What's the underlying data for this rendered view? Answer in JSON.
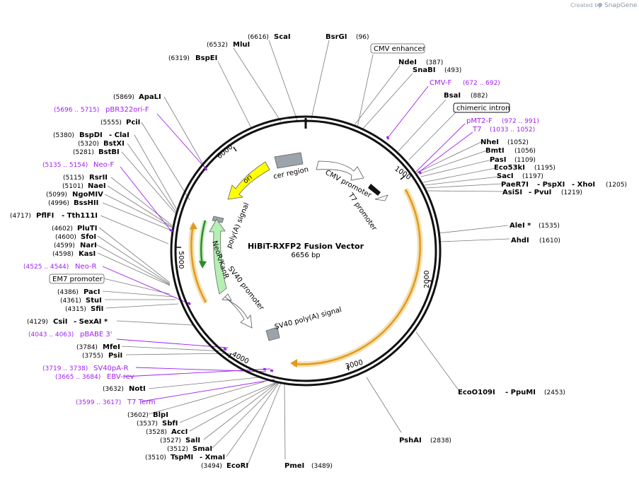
{
  "header": {
    "credit_prefix": "Created by",
    "credit_brand": "SnapGene"
  },
  "map": {
    "name": "HiBiT-RXFP2 Fusion Vector",
    "length_label": "6656 bp",
    "total_bp": 6656,
    "ticks": [
      "1000",
      "2000",
      "3000",
      "4000",
      "5000",
      "6000"
    ],
    "colors": {
      "cds": "#f5a623",
      "ori": "#ffff00",
      "neo": "#b4f0b4",
      "primer": "#a020f0",
      "grey": "#9ca3ab"
    }
  },
  "features": {
    "cer_region": "cer region",
    "cmv_promoter": "CMV promoter",
    "t7_promoter": "T7 promoter",
    "ori": "ori",
    "polya": "poly(A) signal",
    "neokan": "NeoR/KanR",
    "sv40_promoter": "SV40 promoter",
    "sv40_polya": "SV40 poly(A) signal"
  },
  "boxed_labels": {
    "cmv_enhancer": "CMV enhancer",
    "chimeric_intron": "chimeric intron",
    "em7_promoter": "EM7 promoter"
  },
  "enzymes": {
    "scai": {
      "pos": "(6616)",
      "name": "ScaI"
    },
    "bsrgi": {
      "name": "BsrGI",
      "pos": "(96)"
    },
    "mlui": {
      "pos": "(6532)",
      "name": "MluI"
    },
    "bspei": {
      "pos": "(6319)",
      "name": "BspEI"
    },
    "ndei": {
      "name": "NdeI",
      "pos": "(387)"
    },
    "snabi": {
      "name": "SnaBI",
      "pos": "(493)"
    },
    "bsai": {
      "name": "BsaI",
      "pos": "(882)"
    },
    "apali": {
      "pos": "(5869)",
      "name": "ApaLI"
    },
    "pcii": {
      "pos": "(5555)",
      "name": "PciI"
    },
    "bspdi": {
      "pos": "(5380)",
      "name": "BspDI",
      "alt": "- ClaI"
    },
    "bstxi": {
      "pos": "(5320)",
      "name": "BstXI"
    },
    "bstbi": {
      "pos": "(5281)",
      "name": "BstBI"
    },
    "nhei": {
      "name": "NheI",
      "pos": "(1052)"
    },
    "bmti": {
      "name": "BmtI",
      "pos": "(1056)"
    },
    "pasi": {
      "name": "PasI",
      "pos": "(1109)"
    },
    "eco53ki": {
      "name": "Eco53kI",
      "pos": "(1195)"
    },
    "saci": {
      "name": "SacI",
      "pos": "(1197)"
    },
    "paer7i": {
      "name": "PaeR7I",
      "alt1": "- PspXI",
      "alt2": "- XhoI",
      "pos": "(1205)"
    },
    "asisi": {
      "name": "AsiSI",
      "alt": "- PvuI",
      "pos": "(1219)"
    },
    "rsrii": {
      "pos": "(5115)",
      "name": "RsrII"
    },
    "naei": {
      "pos": "(5101)",
      "name": "NaeI"
    },
    "ngomiv": {
      "pos": "(5099)",
      "name": "NgoMIV"
    },
    "bsshii": {
      "pos": "(4996)",
      "name": "BssHII"
    },
    "pflfi": {
      "pos": "(4717)",
      "name": "PflFI",
      "alt": "- Tth111I"
    },
    "alei": {
      "name": "AleI *",
      "pos": "(1535)"
    },
    "ahdi": {
      "name": "AhdI",
      "pos": "(1610)"
    },
    "pluti": {
      "pos": "(4602)",
      "name": "PluTI"
    },
    "sfoi": {
      "pos": "(4600)",
      "name": "SfoI"
    },
    "nari": {
      "pos": "(4599)",
      "name": "NarI"
    },
    "kasi": {
      "pos": "(4598)",
      "name": "KasI"
    },
    "paci": {
      "pos": "(4386)",
      "name": "PacI"
    },
    "stui": {
      "pos": "(4361)",
      "name": "StuI"
    },
    "sfii": {
      "pos": "(4315)",
      "name": "SfiI"
    },
    "csii": {
      "pos": "(4129)",
      "name": "CsiI",
      "alt": "- SexAI *"
    },
    "mfei": {
      "pos": "(3784)",
      "name": "MfeI"
    },
    "psii": {
      "pos": "(3755)",
      "name": "PsiI"
    },
    "noti": {
      "pos": "(3632)",
      "name": "NotI"
    },
    "eco0109i": {
      "name": "EcoO109I",
      "alt": "- PpuMI",
      "pos": "(2453)"
    },
    "blpi": {
      "pos": "(3602)",
      "name": "BlpI"
    },
    "sbfi": {
      "pos": "(3537)",
      "name": "SbfI"
    },
    "acci": {
      "pos": "(3528)",
      "name": "AccI"
    },
    "sali": {
      "pos": "(3527)",
      "name": "SalI"
    },
    "smai": {
      "pos": "(3512)",
      "name": "SmaI"
    },
    "tspmi": {
      "pos": "(3510)",
      "name": "TspMI",
      "alt": "- XmaI"
    },
    "ecori": {
      "pos": "(3494)",
      "name": "EcoRI"
    },
    "pmei": {
      "name": "PmeI",
      "pos": "(3489)"
    },
    "pshai": {
      "name": "PshAI",
      "pos": "(2838)"
    }
  },
  "primers": {
    "cmvf": {
      "name": "CMV-F",
      "range": "(672 .. 692)"
    },
    "pmt2f": {
      "name": "pMT2-F",
      "range": "(972 .. 991)"
    },
    "t7": {
      "name": "T7",
      "range": "(1033 .. 1052)"
    },
    "pbr322": {
      "range": "(5696 .. 5715)",
      "name": "pBR322ori-F"
    },
    "neof": {
      "range": "(5135 .. 5154)",
      "name": "Neo-F"
    },
    "neor": {
      "range": "(4525 .. 4544)",
      "name": "Neo-R"
    },
    "pbabe3": {
      "range": "(4043 .. 4063)",
      "name": "pBABE 3'"
    },
    "sv40par": {
      "range": "(3719 .. 3738)",
      "name": "SV40pA-R"
    },
    "ebvrev": {
      "range": "(3665 .. 3684)",
      "name": "EBV-rev"
    },
    "t7term": {
      "range": "(3599 .. 3617)",
      "name": "T7 Term"
    }
  }
}
